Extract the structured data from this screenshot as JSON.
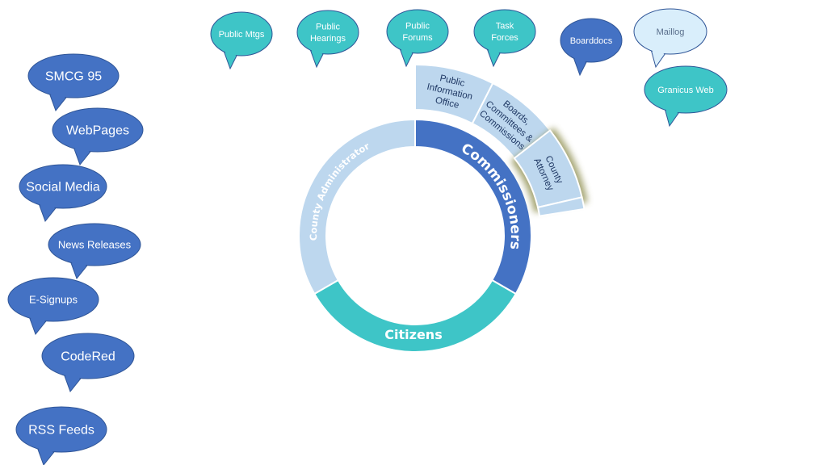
{
  "colors": {
    "blue_bubble": "#4472c4",
    "teal_bubble": "#3ec5c7",
    "light_blue_bubble": "#d9eefb",
    "commissioners": "#4472c4",
    "citizens": "#3ec5c7",
    "administrator": "#bdd7ee",
    "outer_segment": "#bdd7ee",
    "glow": "#8a8a4a",
    "bubble_stroke": "#2f5597"
  },
  "left_bubbles": [
    {
      "label": "SMCG 95"
    },
    {
      "label": "WebPages"
    },
    {
      "label": "Social Media"
    },
    {
      "label": "News Releases"
    },
    {
      "label": "E-Signups"
    },
    {
      "label": "CodeRed"
    },
    {
      "label": "RSS Feeds"
    }
  ],
  "top_bubbles": [
    {
      "label": [
        "Public Mtgs"
      ]
    },
    {
      "label": [
        "Public",
        "Hearings"
      ]
    },
    {
      "label": [
        "Public",
        "Forums"
      ]
    },
    {
      "label": [
        "Task",
        "Forces"
      ]
    },
    {
      "label": [
        "Boarddocs"
      ]
    },
    {
      "label": [
        "Maillog"
      ]
    },
    {
      "label": [
        "Granicus Web"
      ]
    }
  ],
  "ring": {
    "commissioners": "Commissioners",
    "citizens": "Citizens",
    "administrator": "County Administrator"
  },
  "outer_segments": {
    "pio": [
      "Public",
      "Information",
      "Office"
    ],
    "boards": [
      "Boards,",
      "Committees &",
      "Commissions"
    ],
    "attorney": [
      "County",
      "Attorney"
    ]
  }
}
